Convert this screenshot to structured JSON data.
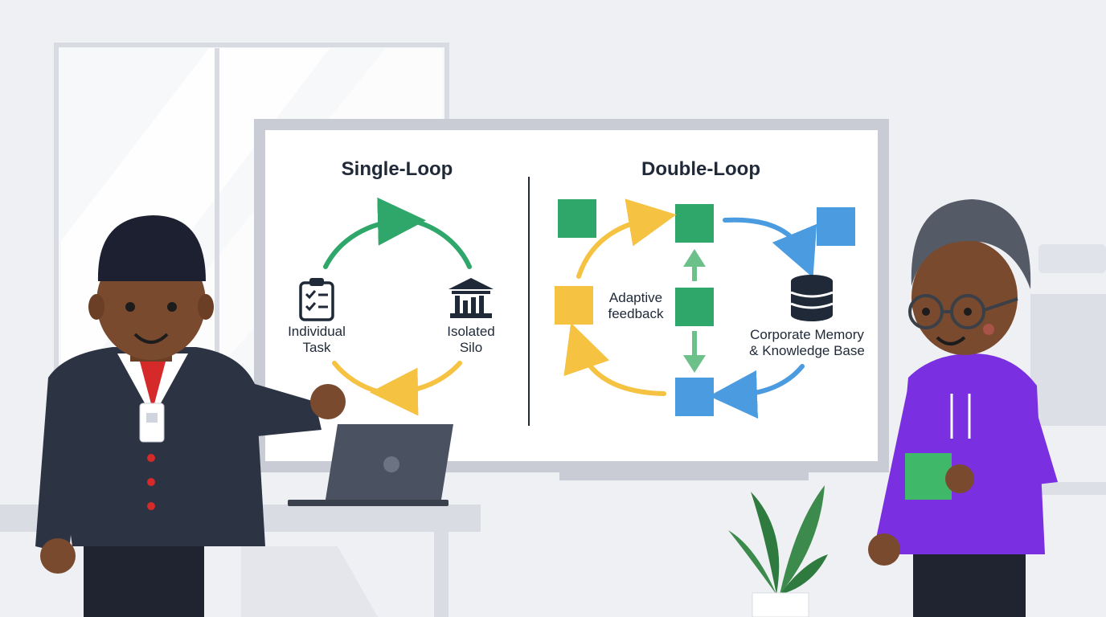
{
  "single_loop": {
    "title": "Single-Loop",
    "left_label": [
      "Individual",
      "Task"
    ],
    "right_label": [
      "Isolated",
      "Silo"
    ]
  },
  "double_loop": {
    "title": "Double-Loop",
    "center_label": [
      "Adaptive",
      "feedback"
    ],
    "right_label": [
      "Corporate Memory",
      "& Knowledge Base"
    ]
  },
  "colors": {
    "green": "#2fa66a",
    "yellow": "#f5c242",
    "blue": "#4a9be0",
    "dark": "#1f2937",
    "purple": "#7a2fe0"
  },
  "icons": [
    "clipboard-checklist-icon",
    "bank-building-icon",
    "database-icon"
  ]
}
